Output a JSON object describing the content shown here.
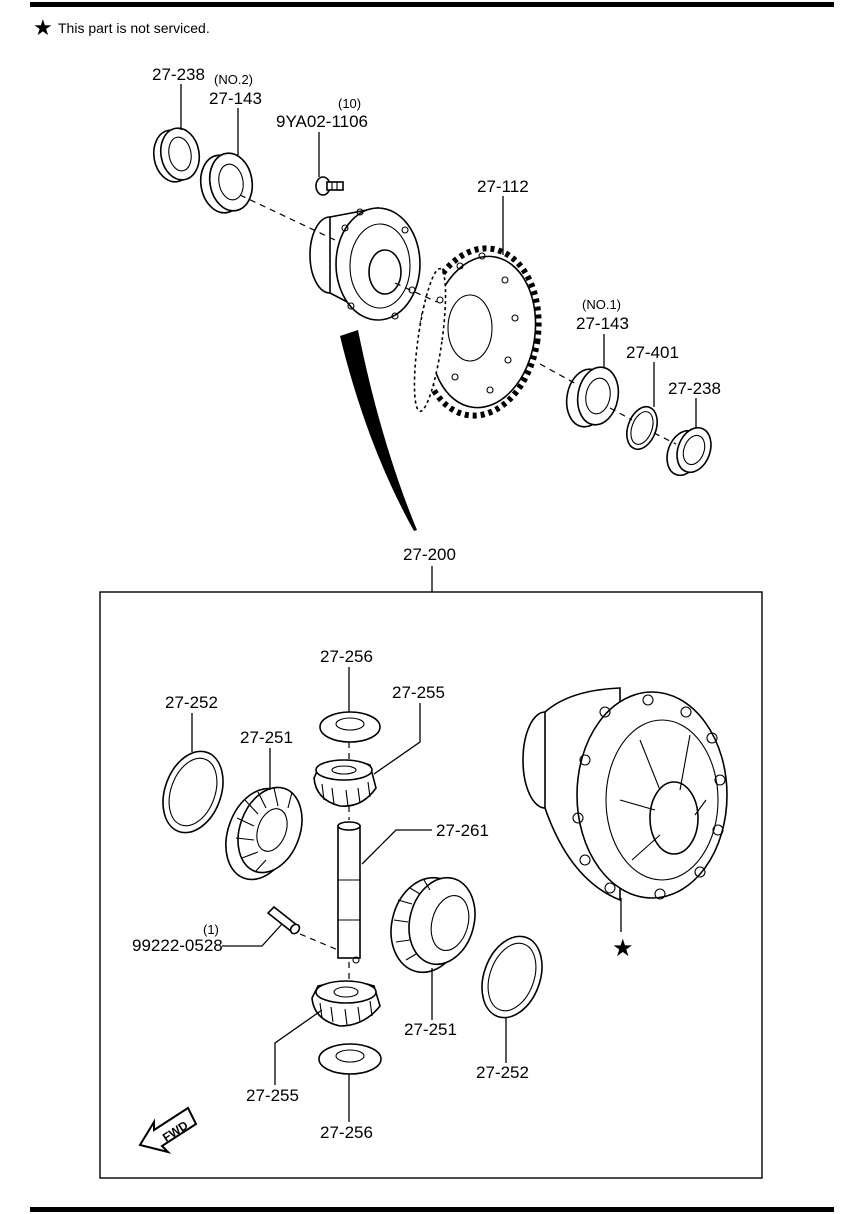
{
  "note": {
    "star": "★",
    "text": "This part is not serviced."
  },
  "callouts": {
    "bearing_outer_left": "27-238",
    "no2": "(NO.2)",
    "bearing_no2": "27-143",
    "bolt_qty": "(10)",
    "bolt": "9YA02-1106",
    "ring_gear": "27-112",
    "no1": "(NO.1)",
    "bearing_no1": "27-143",
    "shim": "27-401",
    "bearing_outer_right": "27-238",
    "assembly": "27-200",
    "washer_top": "27-256",
    "pinion_top": "27-255",
    "thrust_left": "27-252",
    "side_gear_left": "27-251",
    "shaft": "27-261",
    "pin_qty": "(1)",
    "pin": "99222-0528",
    "side_gear_right": "27-251",
    "thrust_right": "27-252",
    "pinion_bottom": "27-255",
    "washer_bottom": "27-256",
    "case_star": "★",
    "fwd": "FWD"
  }
}
